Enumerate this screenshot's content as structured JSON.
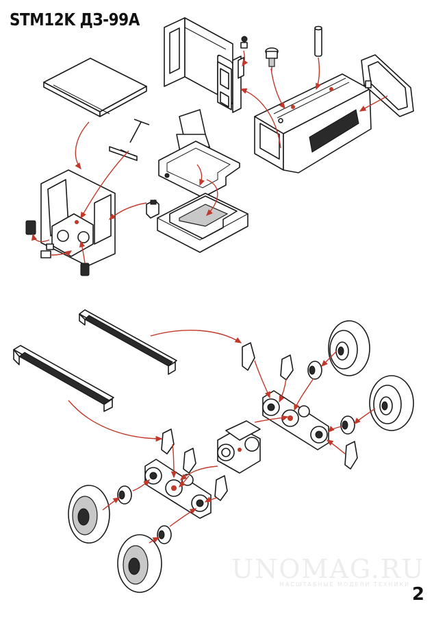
{
  "header": {
    "title": "STM12K ДЗ-99А"
  },
  "footer": {
    "page_number": "2"
  },
  "watermark": {
    "text": "UNOMAG.RU",
    "subtext": "МАСШТАБНЫЕ МОДЕЛИ ТЕХНИКИ"
  },
  "colors": {
    "arrow": "#c0392b",
    "line": "#1a1a1a",
    "background": "#ffffff"
  }
}
